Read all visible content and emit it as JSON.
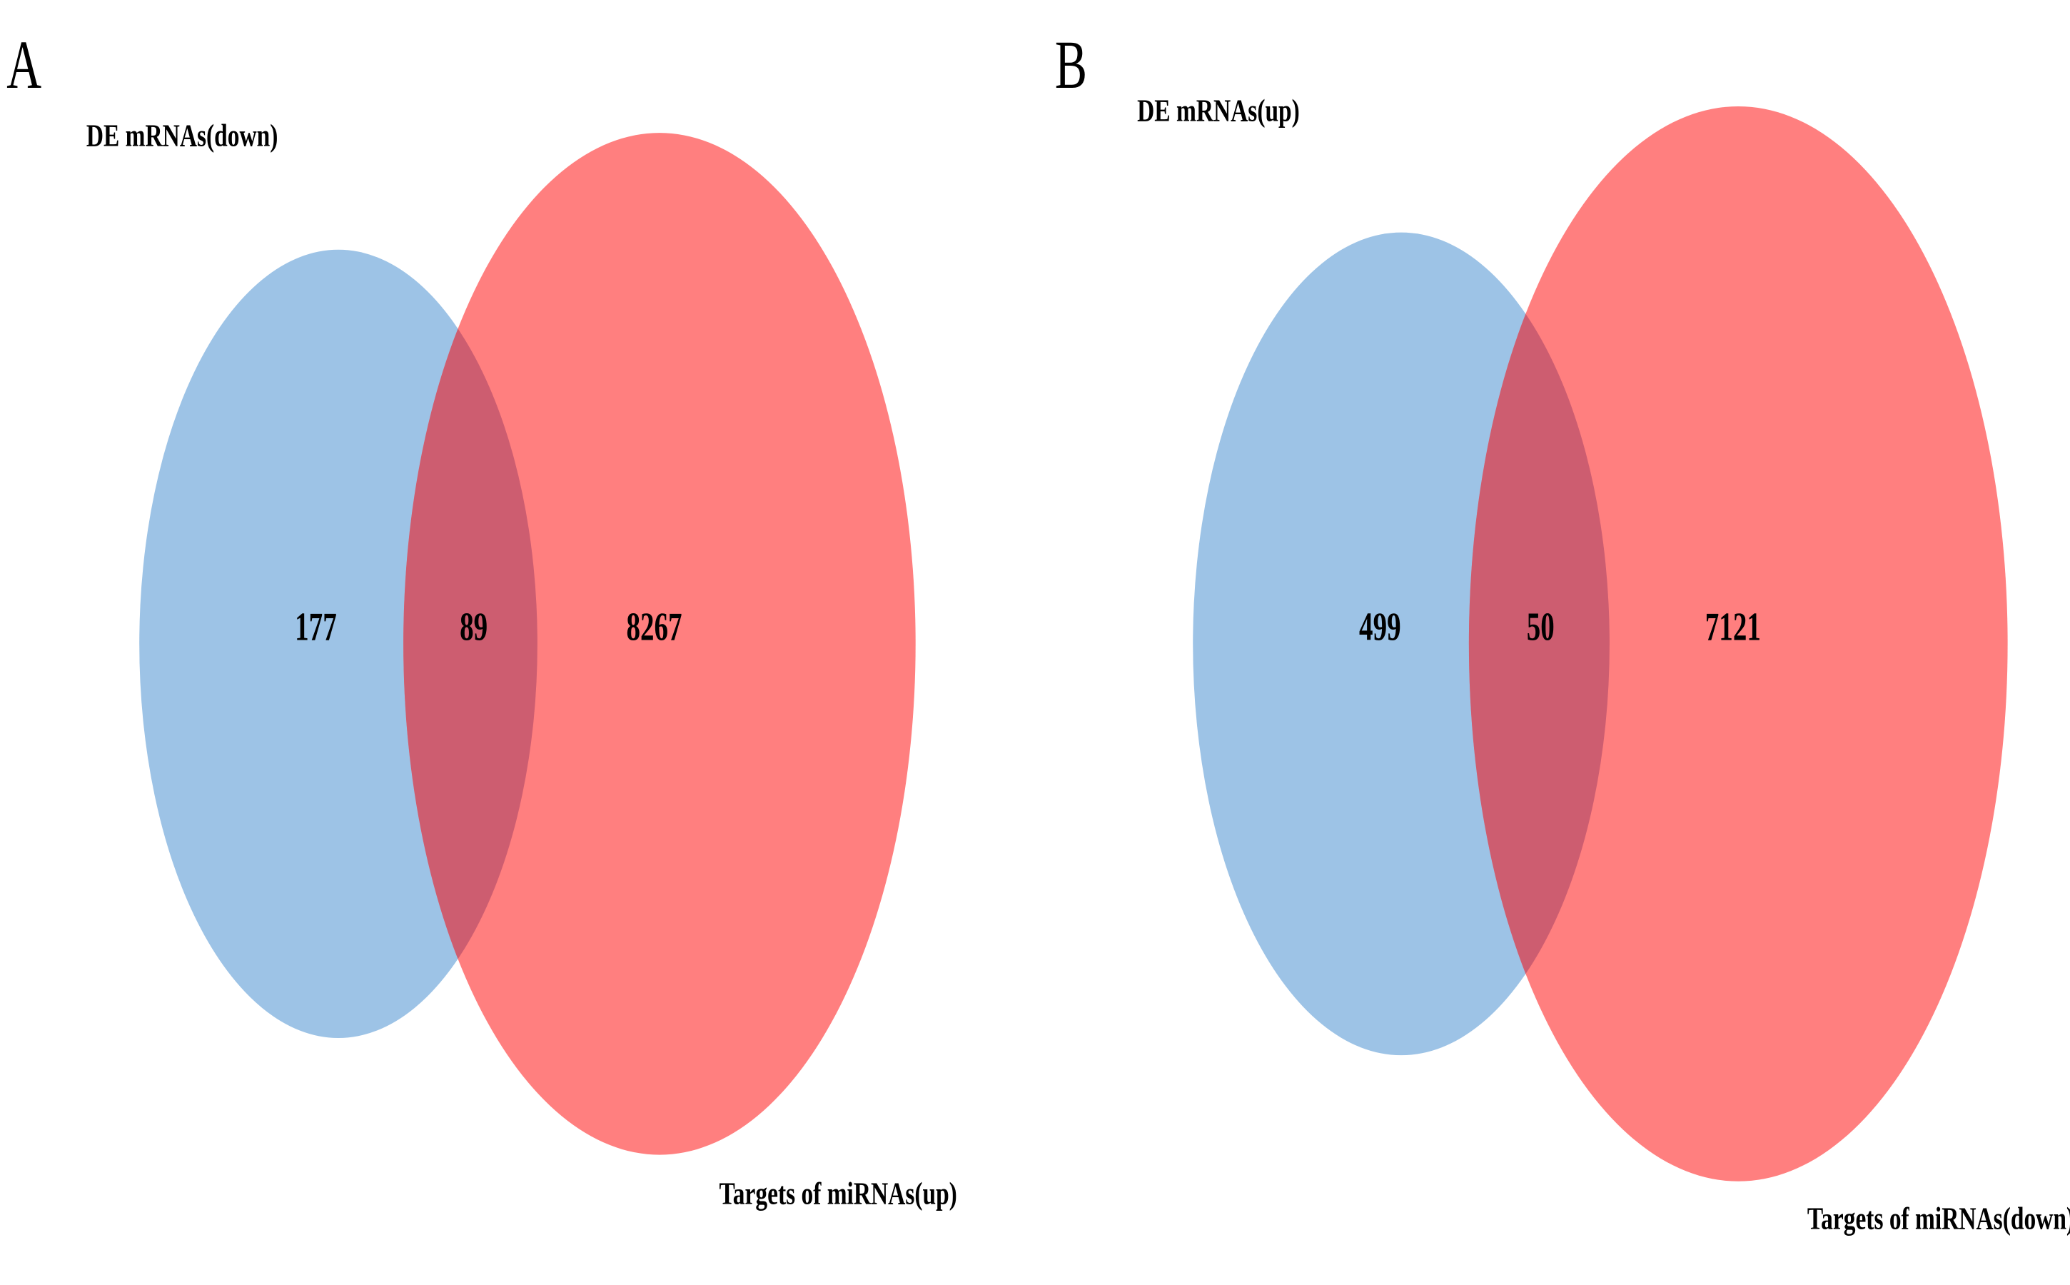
{
  "chart_data": [
    {
      "type": "venn",
      "panel": "A",
      "sets": [
        {
          "name": "DE mRNAs(down)",
          "only": 177,
          "color": "#9DC3E6"
        },
        {
          "name": "Targets of miRNAs(up)",
          "only": 8267,
          "color": "#FF7F7F"
        }
      ],
      "intersection": 89,
      "intersection_color": "#CD5D70"
    },
    {
      "type": "venn",
      "panel": "B",
      "sets": [
        {
          "name": "DE mRNAs(up)",
          "only": 499,
          "color": "#9DC3E6"
        },
        {
          "name": "Targets of miRNAs(down)",
          "only": 7121,
          "color": "#FF7F7F"
        }
      ],
      "intersection": 50,
      "intersection_color": "#CD5D70"
    }
  ]
}
